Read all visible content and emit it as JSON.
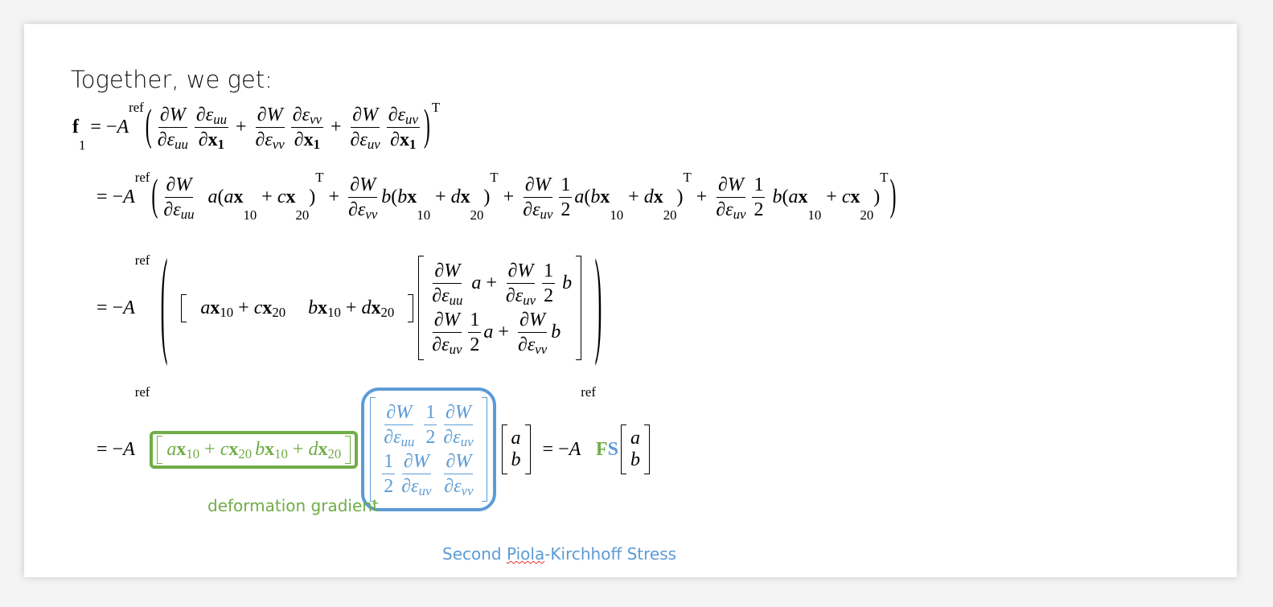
{
  "title": "Together, we get:",
  "labels": {
    "deformation_gradient": "deformation gradient",
    "pk2_a": "Second ",
    "pk2_b": "Piola",
    "pk2_c": "-Kirchhoff Stress"
  },
  "colors": {
    "green": "#70ad47",
    "blue": "#5b9bd5"
  },
  "equations": {
    "line1": [
      [
        "b",
        "f"
      ],
      [
        "s",
        "1"
      ],
      [
        "r",
        " = −"
      ],
      [
        "i",
        "A"
      ],
      [
        "S",
        "ref"
      ],
      [
        "P",
        "(",
        "lg"
      ],
      [
        "f",
        [
          [
            "i",
            "∂W"
          ]
        ],
        [
          [
            "i",
            "∂ε"
          ],
          [
            "si",
            "uu"
          ]
        ]
      ],
      [
        "f",
        [
          [
            "i",
            "∂ε"
          ],
          [
            "si",
            "uu"
          ]
        ],
        [
          [
            "i",
            "∂"
          ],
          [
            "b",
            "x"
          ],
          [
            "sb",
            "1"
          ]
        ]
      ],
      [
        "r",
        " + "
      ],
      [
        "f",
        [
          [
            "i",
            "∂W"
          ]
        ],
        [
          [
            "i",
            "∂ε"
          ],
          [
            "si",
            "vv"
          ]
        ]
      ],
      [
        "f",
        [
          [
            "i",
            "∂ε"
          ],
          [
            "si",
            "vv"
          ]
        ],
        [
          [
            "i",
            "∂"
          ],
          [
            "b",
            "x"
          ],
          [
            "sb",
            "1"
          ]
        ]
      ],
      [
        "r",
        " + "
      ],
      [
        "f",
        [
          [
            "i",
            "∂W"
          ]
        ],
        [
          [
            "i",
            "∂ε"
          ],
          [
            "si",
            "uv"
          ]
        ]
      ],
      [
        "f",
        [
          [
            "i",
            "∂ε"
          ],
          [
            "si",
            "uv"
          ]
        ],
        [
          [
            "i",
            "∂"
          ],
          [
            "b",
            "x"
          ],
          [
            "sb",
            "1"
          ]
        ]
      ],
      [
        "P",
        ")",
        "lg"
      ],
      [
        "S",
        "T"
      ]
    ],
    "line2": [
      [
        "r",
        "= −"
      ],
      [
        "i",
        "A"
      ],
      [
        "S",
        "ref"
      ],
      [
        "P",
        "(",
        "lg"
      ],
      [
        "f",
        [
          [
            "i",
            "∂W"
          ]
        ],
        [
          [
            "i",
            "∂ε"
          ],
          [
            "si",
            "uu"
          ]
        ]
      ],
      [
        "r",
        "  "
      ],
      [
        "i",
        "a"
      ],
      [
        "r",
        "("
      ],
      [
        "i",
        "a"
      ],
      [
        "b",
        "x"
      ],
      [
        "s",
        "10"
      ],
      [
        "r",
        " + "
      ],
      [
        "i",
        "c"
      ],
      [
        "b",
        "x"
      ],
      [
        "s",
        "20"
      ],
      [
        "r",
        ")"
      ],
      [
        "S",
        "T"
      ],
      [
        "r",
        " + "
      ],
      [
        "f",
        [
          [
            "i",
            "∂W"
          ]
        ],
        [
          [
            "i",
            "∂ε"
          ],
          [
            "si",
            "vv"
          ]
        ]
      ],
      [
        "i",
        "b"
      ],
      [
        "r",
        "("
      ],
      [
        "i",
        "b"
      ],
      [
        "b",
        "x"
      ],
      [
        "s",
        "10"
      ],
      [
        "r",
        " + "
      ],
      [
        "i",
        "d"
      ],
      [
        "b",
        "x"
      ],
      [
        "s",
        "20"
      ],
      [
        "r",
        ")"
      ],
      [
        "S",
        "T"
      ],
      [
        "r",
        " + "
      ],
      [
        "f",
        [
          [
            "i",
            "∂W"
          ]
        ],
        [
          [
            "i",
            "∂ε"
          ],
          [
            "si",
            "uv"
          ]
        ]
      ],
      [
        "f",
        [
          [
            "r",
            "1"
          ]
        ],
        [
          [
            "r",
            "2"
          ]
        ]
      ],
      [
        "i",
        "a"
      ],
      [
        "r",
        "("
      ],
      [
        "i",
        "b"
      ],
      [
        "b",
        "x"
      ],
      [
        "s",
        "10"
      ],
      [
        "r",
        " + "
      ],
      [
        "i",
        "d"
      ],
      [
        "b",
        "x"
      ],
      [
        "s",
        "20"
      ],
      [
        "r",
        ")"
      ],
      [
        "S",
        "T"
      ],
      [
        "r",
        " + "
      ],
      [
        "f",
        [
          [
            "i",
            "∂W"
          ]
        ],
        [
          [
            "i",
            "∂ε"
          ],
          [
            "si",
            "uv"
          ]
        ]
      ],
      [
        "f",
        [
          [
            "r",
            "1"
          ]
        ],
        [
          [
            "r",
            "2"
          ]
        ]
      ],
      [
        "r",
        " "
      ],
      [
        "i",
        "b"
      ],
      [
        "r",
        "("
      ],
      [
        "i",
        "a"
      ],
      [
        "b",
        "x"
      ],
      [
        "s",
        "10"
      ],
      [
        "r",
        " + "
      ],
      [
        "i",
        "c"
      ],
      [
        "b",
        "x"
      ],
      [
        "s",
        "20"
      ],
      [
        "r",
        ")"
      ],
      [
        "S",
        "T"
      ],
      [
        "P",
        ")",
        "lg"
      ]
    ],
    "line3": [
      [
        "r",
        "= −"
      ],
      [
        "i",
        "A"
      ],
      [
        "S",
        "ref"
      ],
      [
        "P",
        "(",
        "xl"
      ],
      [
        "m",
        [
          [
            [
              [
                "i",
                "a"
              ],
              [
                "b",
                "x"
              ],
              [
                "s",
                "10"
              ],
              [
                "r",
                " + "
              ],
              [
                "i",
                "c"
              ],
              [
                "b",
                "x"
              ],
              [
                "s",
                "20"
              ]
            ],
            [
              [
                "i",
                "b"
              ],
              [
                "b",
                "x"
              ],
              [
                "s",
                "10"
              ],
              [
                "r",
                " + "
              ],
              [
                "i",
                "d"
              ],
              [
                "b",
                "x"
              ],
              [
                "s",
                "20"
              ]
            ]
          ]
        ]
      ],
      [
        "m",
        [
          [
            [
              [
                "f",
                [
                  [
                    "i",
                    "∂W"
                  ]
                ],
                [
                  [
                    "i",
                    "∂ε"
                  ],
                  [
                    "si",
                    "uu"
                  ]
                ]
              ],
              [
                "r",
                " "
              ],
              [
                "i",
                "a"
              ],
              [
                "r",
                " + "
              ],
              [
                "f",
                [
                  [
                    "i",
                    "∂W"
                  ]
                ],
                [
                  [
                    "i",
                    "∂ε"
                  ],
                  [
                    "si",
                    "uv"
                  ]
                ]
              ],
              [
                "f",
                [
                  [
                    "r",
                    "1"
                  ]
                ],
                [
                  [
                    "r",
                    "2"
                  ]
                ]
              ],
              [
                "r",
                " "
              ],
              [
                "i",
                "b"
              ]
            ]
          ],
          [
            [
              [
                "f",
                [
                  [
                    "i",
                    "∂W"
                  ]
                ],
                [
                  [
                    "i",
                    "∂ε"
                  ],
                  [
                    "si",
                    "uv"
                  ]
                ]
              ],
              [
                "f",
                [
                  [
                    "r",
                    "1"
                  ]
                ],
                [
                  [
                    "r",
                    "2"
                  ]
                ]
              ],
              [
                "i",
                "a"
              ],
              [
                "r",
                " + "
              ],
              [
                "f",
                [
                  [
                    "i",
                    "∂W"
                  ]
                ],
                [
                  [
                    "i",
                    "∂ε"
                  ],
                  [
                    "si",
                    "vv"
                  ]
                ]
              ],
              [
                "i",
                "b"
              ]
            ]
          ]
        ],
        "tight"
      ],
      [
        "P",
        ")",
        "xl"
      ]
    ],
    "line4": [
      [
        "r",
        "= −"
      ],
      [
        "i",
        "A"
      ],
      [
        "S",
        "ref"
      ],
      [
        "g",
        "box-green",
        [
          [
            "m",
            [
              [
                [
                  [
                    "i",
                    "a"
                  ],
                  [
                    "b",
                    "x"
                  ],
                  [
                    "s",
                    "10"
                  ],
                  [
                    "r",
                    " + "
                  ],
                  [
                    "i",
                    "c"
                  ],
                  [
                    "b",
                    "x"
                  ],
                  [
                    "s",
                    "20"
                  ]
                ],
                [
                  [
                    "i",
                    "b"
                  ],
                  [
                    "b",
                    "x"
                  ],
                  [
                    "s",
                    "10"
                  ],
                  [
                    "r",
                    " + "
                  ],
                  [
                    "i",
                    "d"
                  ],
                  [
                    "b",
                    "x"
                  ],
                  [
                    "s",
                    "20"
                  ]
                ]
              ]
            ],
            "tight"
          ]
        ]
      ],
      [
        "g",
        "box-blue",
        [
          [
            "m",
            [
              [
                [
                  [
                    "f",
                    [
                      [
                        "i",
                        "∂W"
                      ]
                    ],
                    [
                      [
                        "i",
                        "∂ε"
                      ],
                      [
                        "si",
                        "uu"
                      ]
                    ]
                  ]
                ],
                [
                  [
                    "f",
                    [
                      [
                        "r",
                        "1"
                      ]
                    ],
                    [
                      [
                        "r",
                        "2"
                      ]
                    ]
                  ],
                  [
                    "f",
                    [
                      [
                        "i",
                        "∂W"
                      ]
                    ],
                    [
                      [
                        "i",
                        "∂ε"
                      ],
                      [
                        "si",
                        "uv"
                      ]
                    ]
                  ]
                ]
              ],
              [
                [
                  [
                    "f",
                    [
                      [
                        "r",
                        "1"
                      ]
                    ],
                    [
                      [
                        "r",
                        "2"
                      ]
                    ]
                  ],
                  [
                    "f",
                    [
                      [
                        "i",
                        "∂W"
                      ]
                    ],
                    [
                      [
                        "i",
                        "∂ε"
                      ],
                      [
                        "si",
                        "uv"
                      ]
                    ]
                  ]
                ],
                [
                  [
                    "f",
                    [
                      [
                        "i",
                        "∂W"
                      ]
                    ],
                    [
                      [
                        "i",
                        "∂ε"
                      ],
                      [
                        "si",
                        "vv"
                      ]
                    ]
                  ]
                ]
              ]
            ],
            "tight"
          ]
        ]
      ],
      [
        "m",
        [
          [
            [
              [
                "i",
                "a"
              ]
            ]
          ],
          [
            [
              [
                "i",
                "b"
              ]
            ]
          ]
        ],
        "tight"
      ],
      [
        "r",
        "  = −"
      ],
      [
        "i",
        "A"
      ],
      [
        "S",
        "ref"
      ],
      [
        "g",
        "green",
        [
          [
            "b",
            "F"
          ]
        ]
      ],
      [
        "g",
        "blue",
        [
          [
            "b",
            "S"
          ]
        ]
      ],
      [
        "m",
        [
          [
            [
              [
                "i",
                "a"
              ]
            ]
          ],
          [
            [
              [
                "i",
                "b"
              ]
            ]
          ]
        ],
        "tight"
      ]
    ]
  }
}
